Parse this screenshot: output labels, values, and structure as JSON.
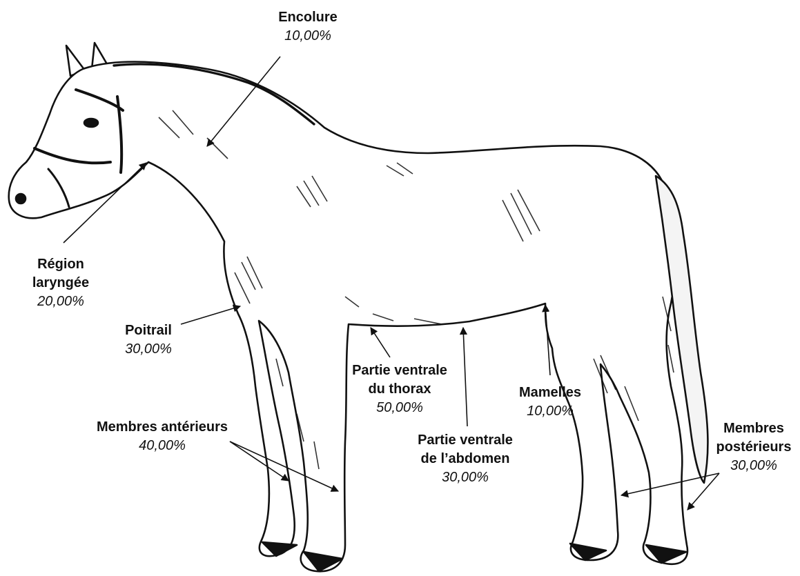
{
  "labels": {
    "encolure": {
      "name": "Encolure",
      "pct": "10,00%"
    },
    "region_laryngee": {
      "name_1": "Région",
      "name_2": "laryngée",
      "pct": "20,00%"
    },
    "poitrail": {
      "name": "Poitrail",
      "pct": "30,00%"
    },
    "partie_ventrale_thorax": {
      "name_1": "Partie ventrale",
      "name_2": "du thorax",
      "pct": "50,00%"
    },
    "mamelles": {
      "name": "Mamelles",
      "pct": "10,00%"
    },
    "membres_anterieurs": {
      "name": "Membres antérieurs",
      "pct": "40,00%"
    },
    "partie_ventrale_abdomen": {
      "name_1": "Partie ventrale",
      "name_2": "de l’abdomen",
      "pct": "30,00%"
    },
    "membres_posterieurs": {
      "name_1": "Membres",
      "name_2": "postérieurs",
      "pct": "30,00%"
    }
  },
  "colors": {
    "ink": "#111111",
    "background": "#ffffff"
  }
}
